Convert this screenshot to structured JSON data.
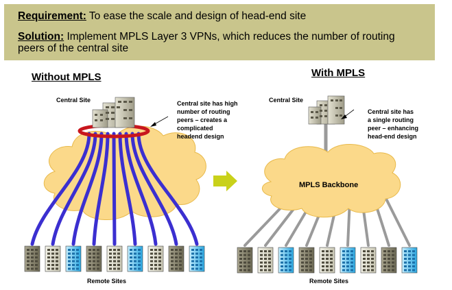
{
  "banner": {
    "requirement_label": "Requirement:",
    "requirement_text": " To ease the scale and design of head-end site",
    "solution_label": "Solution:",
    "solution_text_1": " Implement MPLS Layer 3 VPNs, which reduces the number of routing",
    "solution_text_2": "peers of the central site"
  },
  "left": {
    "title": "Without MPLS",
    "central_label": "Central Site",
    "note_lines": [
      "Central site has high",
      "number of routing",
      "peers – creates a",
      "complicated",
      "headend design"
    ],
    "remote_label": "Remote Sites"
  },
  "right": {
    "title": "With MPLS",
    "central_label": "Central Site",
    "note_lines": [
      "Central site has",
      "a single routing",
      "peer – enhancing",
      "head-end design"
    ],
    "cloud_label": "MPLS Backbone",
    "remote_label": "Remote Sites"
  },
  "colors": {
    "banner": "#c9c58c",
    "cloud": "#fbd98a",
    "peer_lines": "#3b2fd0",
    "ring": "#c8161d",
    "backbone_links": "#9a9a9a",
    "arrow": "#c9d11a"
  }
}
